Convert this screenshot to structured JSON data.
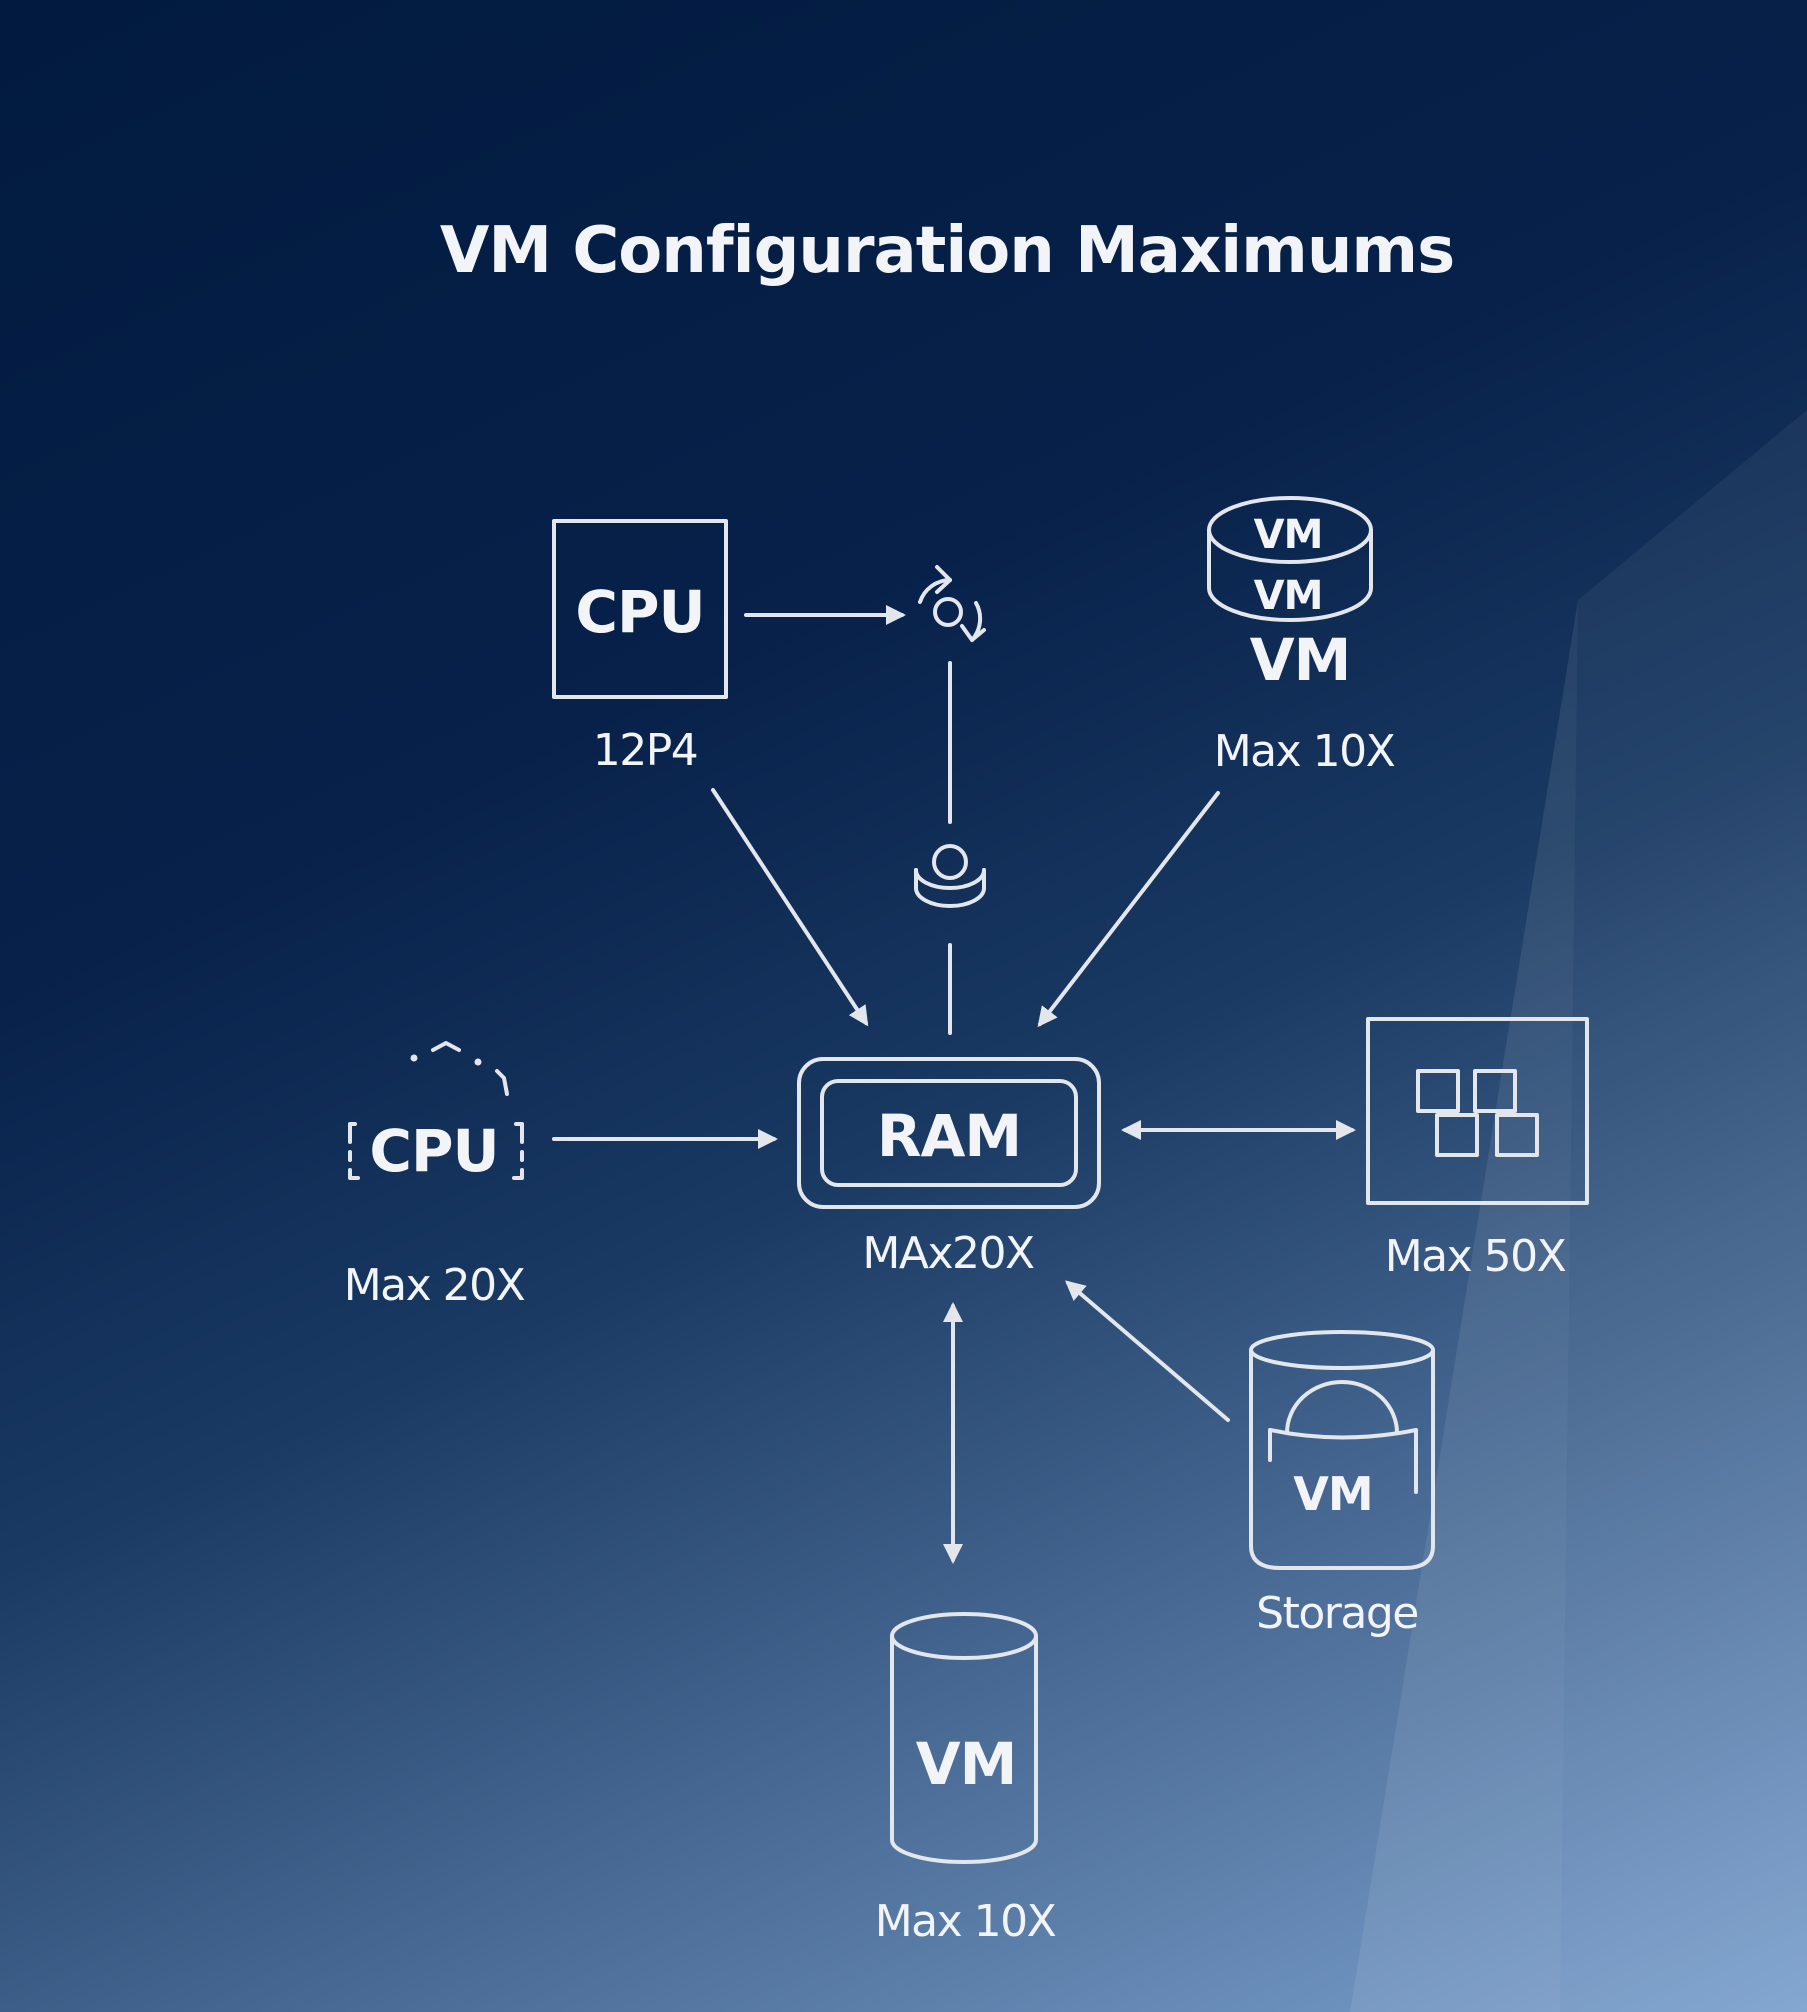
{
  "title": "VM Configuration Maximums",
  "nodes": {
    "cpu_top": {
      "icon": "cpu-chip-icon",
      "icon_text": "CPU",
      "caption": "12P4"
    },
    "vm_stack": {
      "icon": "vm-disk-stack-icon",
      "icon_text_1": "VM",
      "icon_text_2": "VM",
      "icon_text_3": "VM",
      "caption": "Max 10X"
    },
    "cpu_left": {
      "icon": "cpu-dashed-icon",
      "icon_text": "CPU",
      "caption": "Max 20X"
    },
    "ram": {
      "icon": "ram-module-icon",
      "icon_text": "RAM",
      "caption": "MAx20X"
    },
    "grid_box": {
      "icon": "grid-blocks-icon",
      "caption": "Max 50X"
    },
    "storage": {
      "icon": "storage-vm-icon",
      "icon_text": "VM",
      "caption": "Storage"
    },
    "vm_bottom": {
      "icon": "vm-cylinder-icon",
      "icon_text": "VM",
      "caption": "Max 10X"
    }
  },
  "connector_icons": [
    "refresh-cycle-icon",
    "stacked-disk-icon"
  ],
  "colors": {
    "background_dark": "#021a3f",
    "background_light": "#7ea3d0",
    "stroke": "#e3e6ea",
    "text": "#f2f4f7"
  }
}
